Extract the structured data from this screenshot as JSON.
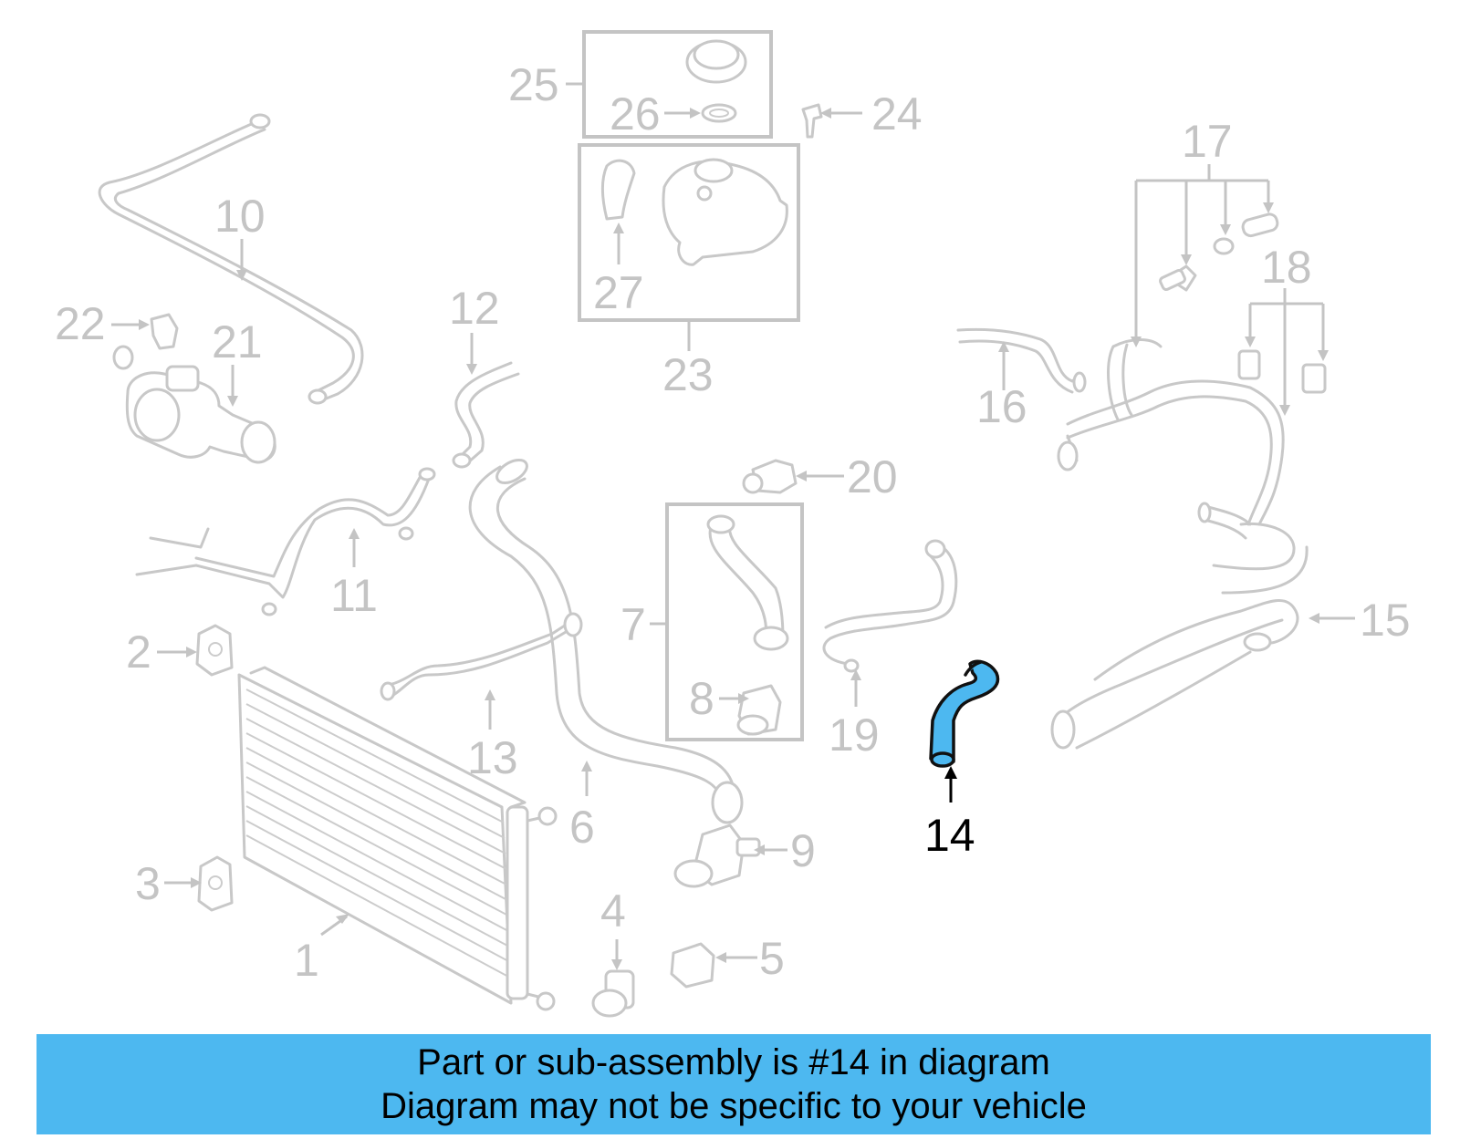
{
  "highlight": {
    "part_number": "14",
    "color": "#4db8f0"
  },
  "callouts": {
    "c1": "1",
    "c2": "2",
    "c3": "3",
    "c4": "4",
    "c5": "5",
    "c6": "6",
    "c7": "7",
    "c8": "8",
    "c9": "9",
    "c10": "10",
    "c11": "11",
    "c12": "12",
    "c13": "13",
    "c14": "14",
    "c15": "15",
    "c16": "16",
    "c17": "17",
    "c18": "18",
    "c19": "19",
    "c20": "20",
    "c21": "21",
    "c22": "22",
    "c23": "23",
    "c24": "24",
    "c25": "25",
    "c26": "26",
    "c27": "27"
  },
  "banner": {
    "line1": "Part or sub-assembly is #14 in diagram",
    "line2": "Diagram may not be specific to your vehicle",
    "background": "#4db8f0"
  }
}
